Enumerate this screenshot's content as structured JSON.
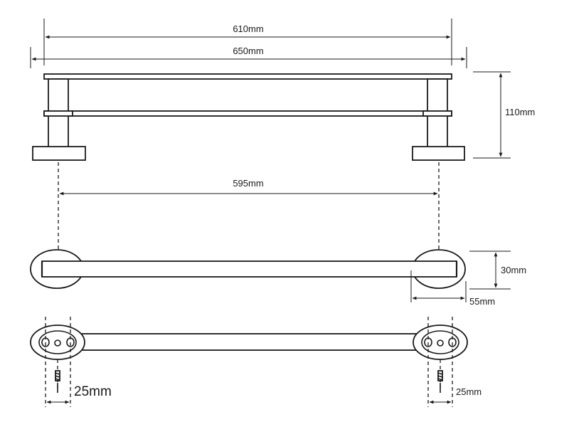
{
  "dimensions": {
    "top_inner_width": "610mm",
    "top_outer_width": "650mm",
    "height": "110mm",
    "center_distance": "595mm",
    "bar_depth": "30mm",
    "base_width": "55mm",
    "screw_spacing_left": "25mm",
    "screw_spacing_right": "25mm"
  }
}
